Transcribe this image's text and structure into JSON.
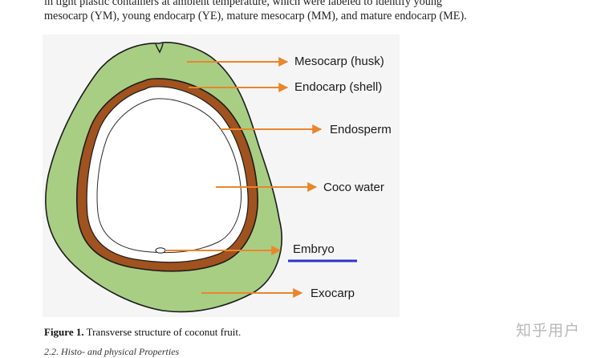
{
  "paper": {
    "body_lines": [
      "in tight plastic containers at ambient temperature, which were labeled to identify young",
      "mesocarp (YM), young endocarp (YE), mature mesocarp (MM), and mature endocarp (ME)."
    ],
    "figure": {
      "labels": {
        "mesocarp": "Mesocarp (husk)",
        "endocarp": "Endocarp (shell)",
        "endosperm": "Endosperm",
        "coco_water": "Coco water",
        "embryo": "Embryo",
        "exocarp": "Exocarp"
      },
      "colors": {
        "husk": "#a8ce84",
        "shell": "#a0521f",
        "arrow": "#e8862c",
        "embryo_underline": "#2a35c8"
      },
      "caption_label": "Figure 1.",
      "caption_text": "Transverse structure of coconut fruit."
    },
    "next_heading": "2.2. Histo- and physical Properties"
  },
  "watermark": "知乎用户"
}
